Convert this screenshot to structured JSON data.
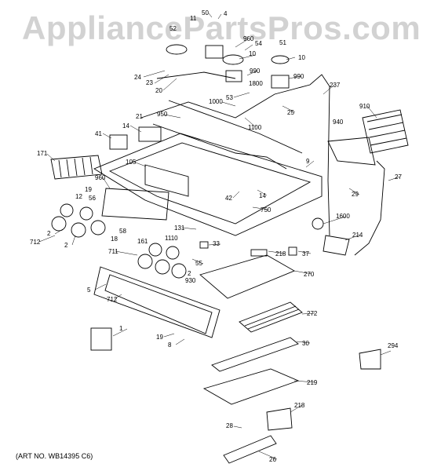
{
  "watermark": "AppliancePartsPros.com",
  "art_number": "(ART NO. WB14395 C6)",
  "callouts": [
    "50",
    "4",
    "11",
    "52",
    "960",
    "54",
    "51",
    "10",
    "10",
    "24",
    "23",
    "20",
    "990",
    "990",
    "1800",
    "237",
    "53",
    "1000",
    "25",
    "910",
    "21",
    "950",
    "1100",
    "14",
    "940",
    "41",
    "171",
    "105",
    "9",
    "960",
    "27",
    "12",
    "19",
    "56",
    "42",
    "14",
    "29",
    "750",
    "2",
    "712",
    "2",
    "58",
    "18",
    "131",
    "1600",
    "214",
    "33",
    "1110",
    "161",
    "218",
    "37",
    "711",
    "55",
    "2",
    "930",
    "270",
    "5",
    "712",
    "272",
    "1",
    "19",
    "8",
    "30",
    "294",
    "219",
    "218",
    "28",
    "26"
  ]
}
